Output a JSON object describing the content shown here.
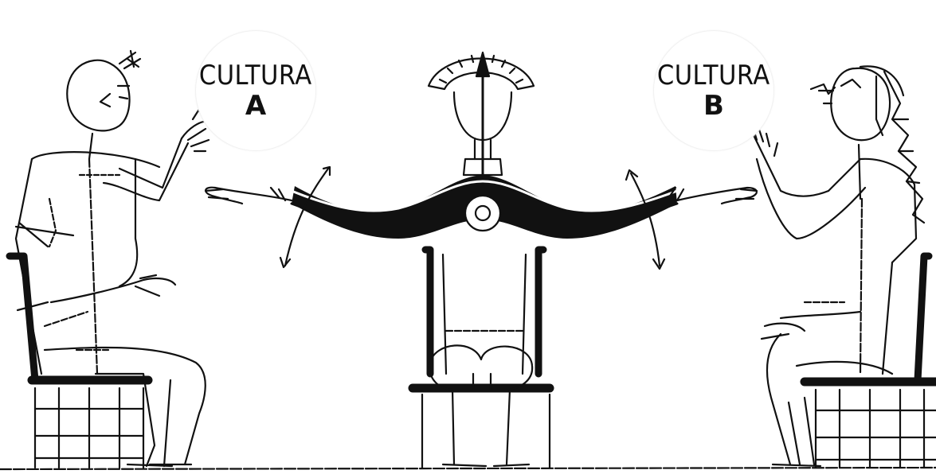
{
  "labels": {
    "left": {
      "word": "CULTURA",
      "letter": "A"
    },
    "right": {
      "word": "CULTURA",
      "letter": "B"
    }
  },
  "colors": {
    "ink": "#111111",
    "paper": "#ffffff"
  }
}
